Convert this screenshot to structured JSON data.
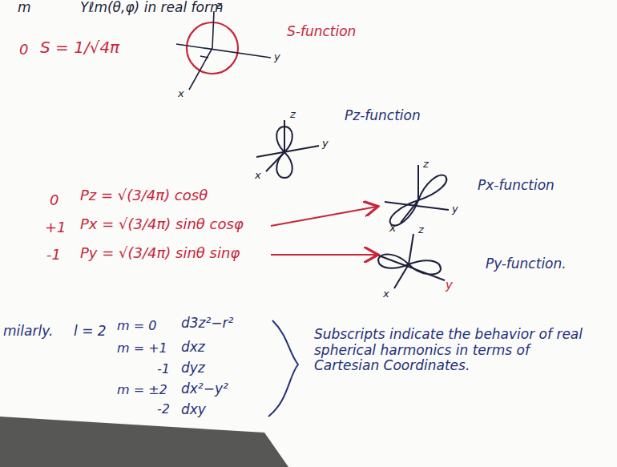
{
  "diagram": {
    "labels": [
      "m",
      "Yℓm(θ,φ) in real form",
      "0",
      "S = 1/√4π",
      "z",
      "y",
      "x",
      "S-function",
      "z",
      "y",
      "x",
      "Pz-function",
      "z",
      "y",
      "x",
      "Px-function",
      "z",
      "x",
      "y",
      "Py-function.",
      "0",
      "Pz = √(3/4π) cosθ",
      "+1",
      "Px = √(3/4π) sinθ cosφ",
      "-1",
      "Py = √(3/4π) sinθ sinφ",
      "milarly.",
      "l = 2",
      "m = 0",
      "d3z²−r²",
      "m = +1",
      "dxz",
      "-1",
      "dyz",
      "m = ±2",
      "dx²−y²",
      "-2",
      "dxy",
      "Subscripts indicate the behavior of real spherical harmonics in terms of Cartesian Coordinates."
    ]
  }
}
